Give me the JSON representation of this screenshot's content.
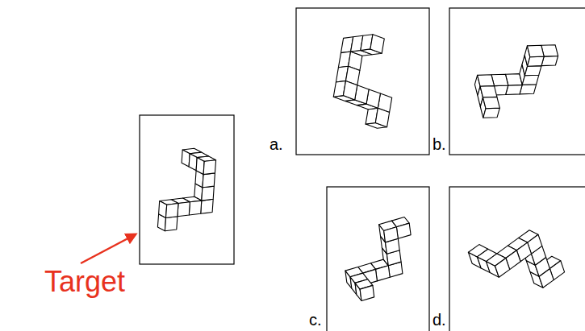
{
  "diagram": {
    "labels": [
      "Target",
      "a.",
      "b.",
      "c.",
      "d."
    ]
  }
}
